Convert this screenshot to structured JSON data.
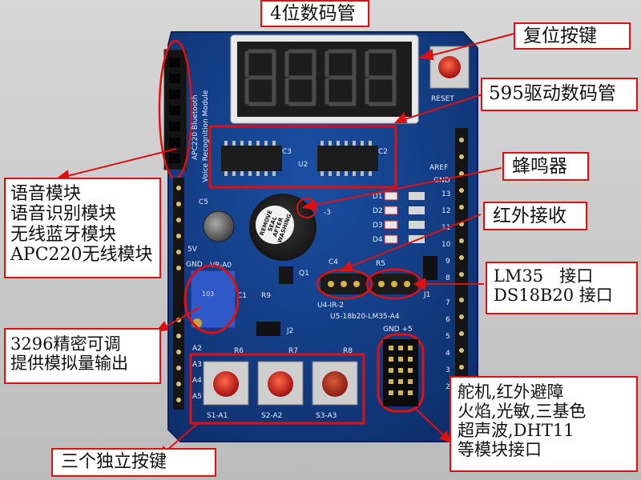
{
  "title_label": "4位数码管",
  "callouts": {
    "reset": "复位按键",
    "shift595": "595驱动数码管",
    "buzzer": "蜂鸣器",
    "ir": "红外接收",
    "sensor_port": {
      "line1": "LM35   接口",
      "line2": "DS18B20 接口"
    },
    "voice": {
      "line1": "语音模块",
      "line2": "语音识别模块",
      "line3": "无线蓝牙模块",
      "line4": "APC220无线模块"
    },
    "pot": {
      "line1": "3296精密可调",
      "line2": "提供模拟量输出"
    },
    "keys": "三个独立按键",
    "servo": {
      "line1": "舵机,红外避障",
      "line2": "火焰,光敏,三基色",
      "line3": "超声波,DHT11",
      "line4": "等模块接口"
    }
  },
  "silkscreen": {
    "reset": "RESET",
    "u2": "U2",
    "c3": "C3",
    "c2": "C2",
    "c4": "C4",
    "c5": "C5",
    "c1": "C1",
    "r5": "R5",
    "r9": "R9",
    "r6": "R6",
    "r7": "R7",
    "r8": "R8",
    "q1": "Q1",
    "j1": "J1",
    "j2": "J2",
    "u4": "U4-IR-2",
    "u5": "U5-18b20-LM35-A4",
    "vr": "VR-A0",
    "aref": "AREF",
    "gnd": "GND",
    "d1": "D1",
    "d2": "D2",
    "d3": "D3",
    "d4": "D4",
    "p13": "13",
    "p12": "12",
    "p11": "11",
    "p10": "10",
    "p9": "9",
    "p8": "8",
    "p7": "7",
    "p6": "6",
    "p5": "5",
    "p4": "4",
    "p3": "3",
    "p2": "2",
    "a2": "A2",
    "a3": "A3",
    "a4": "A4",
    "a5": "A5",
    "v5": "5V",
    "gndl": "GND",
    "gnd5": "GND +5",
    "s1": "S1-A1",
    "s2": "S2-A2",
    "s3": "S3-A3",
    "bt": "APC220 Bluetooth",
    "vr_mod": "Voice Recognition Module",
    "buzzer_sticker": [
      "REMOVE",
      "SEAL",
      "AFTER",
      "WASHING"
    ],
    "pot_text": "103",
    "label_3": "-3"
  },
  "colors": {
    "board": "#123e86",
    "callout_border": "#e01010",
    "arrow": "#e01010"
  }
}
